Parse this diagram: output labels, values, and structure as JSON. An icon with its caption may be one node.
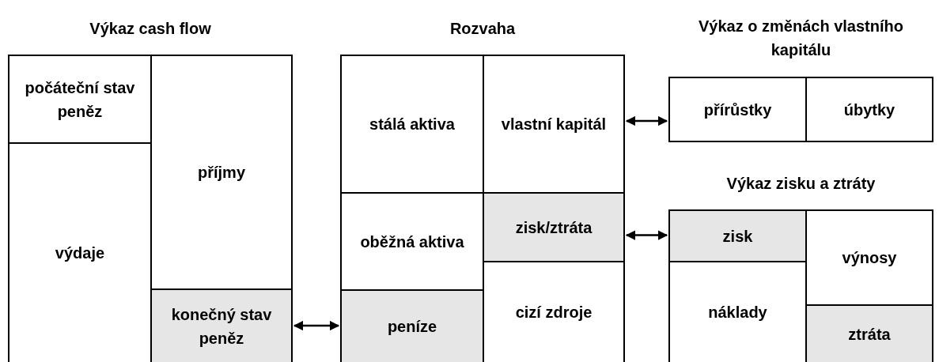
{
  "diagram": {
    "nodes": [
      {
        "text": [
          "Výkaz cash flow"
        ]
      },
      {
        "text": [
          "počáteční stav peněz"
        ],
        "in": 0
      },
      {
        "text": [
          "výdaje"
        ],
        "in": 0
      },
      {
        "text": [
          "příjmy"
        ],
        "in": 0
      },
      {
        "text": [
          "konečný stav peněz"
        ],
        "in": 0
      },
      {
        "text": [
          "Rozvaha"
        ]
      },
      {
        "text": [
          "stálá aktiva"
        ],
        "in": 5
      },
      {
        "text": [
          "oběžná aktiva"
        ],
        "in": 5
      },
      {
        "text": [
          "peníze"
        ],
        "in": 5
      },
      {
        "text": [
          "vlastní kapitál"
        ],
        "in": 5
      },
      {
        "text": [
          "zisk/ztráta"
        ],
        "in": 5
      },
      {
        "text": [
          "cizí zdroje"
        ],
        "in": 5
      },
      {
        "text": [
          "Výkaz o změnách vlastního kapitálu"
        ]
      },
      {
        "text": [
          "přírůstky"
        ],
        "in": 12
      },
      {
        "text": [
          "úbytky"
        ],
        "in": 12
      },
      {
        "text": [
          "Výkaz zisku a ztráty"
        ]
      },
      {
        "text": [
          "zisk"
        ],
        "in": 15
      },
      {
        "text": [
          "náklady"
        ],
        "in": 15
      },
      {
        "text": [
          "výnosy"
        ],
        "in": 15
      },
      {
        "text": [
          "ztráta"
        ],
        "in": 15
      }
    ],
    "edges": [
      {
        "from": 4,
        "to": 8,
        "arrow": "both"
      },
      {
        "from": 9,
        "to": 12,
        "arrow": "both"
      },
      {
        "from": 10,
        "to": 16,
        "arrow": "both"
      }
    ]
  }
}
